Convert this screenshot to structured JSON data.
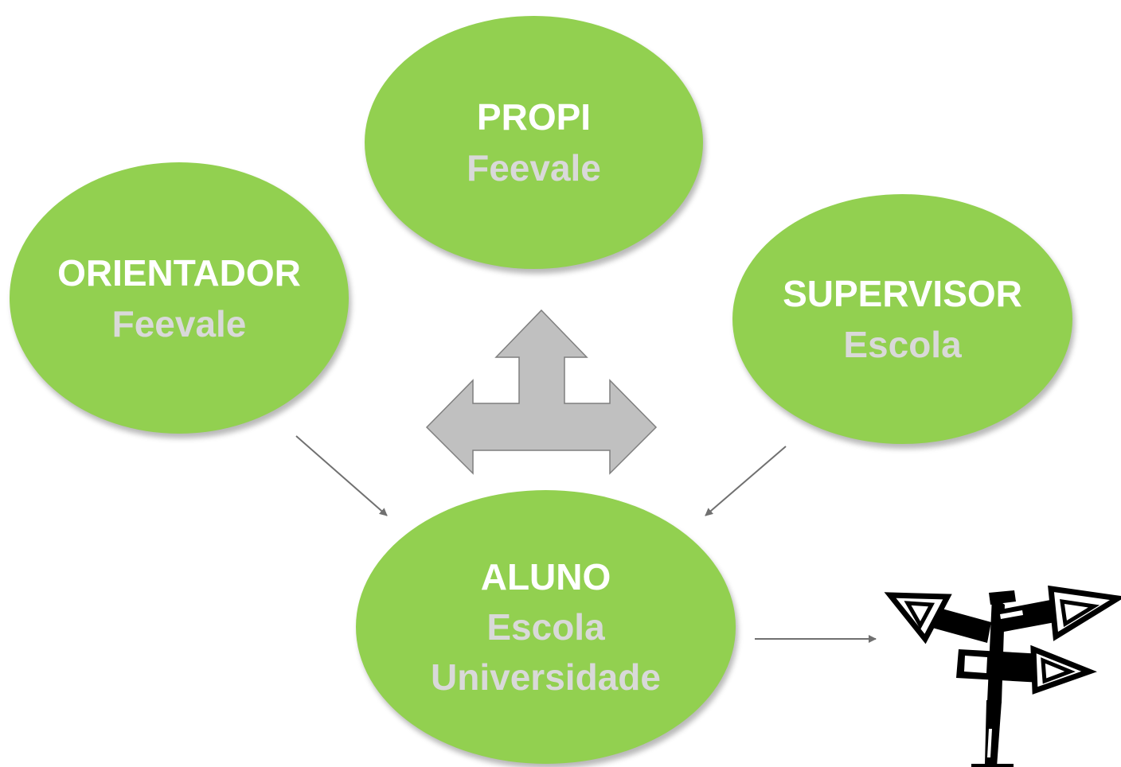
{
  "nodes": {
    "propi": {
      "title": "PROPI",
      "subtitle": "Feevale"
    },
    "orientador": {
      "title": "ORIENTADOR",
      "subtitle": "Feevale"
    },
    "supervisor": {
      "title": "SUPERVISOR",
      "subtitle": "Escola"
    },
    "aluno": {
      "title": "ALUNO",
      "lines": [
        "Escola",
        "Universidade"
      ]
    }
  },
  "colors": {
    "node_fill": "#92d050",
    "title_text": "#ffffff",
    "subtitle_text": "#d9d9d9",
    "connector": "#707070",
    "three_way_arrow_fill": "#c0c0c0",
    "signpost": "#000000"
  },
  "icons": [
    "three-way-arrow-icon",
    "signpost-icon"
  ]
}
